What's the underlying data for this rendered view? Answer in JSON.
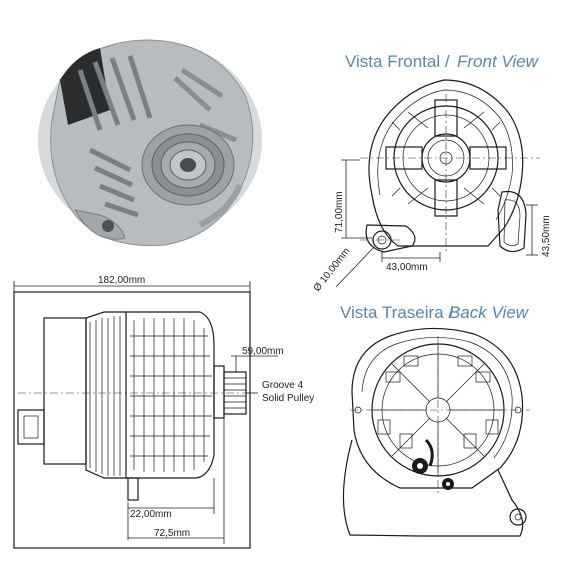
{
  "front_view": {
    "title_pt": "Vista Frontal /",
    "title_en": "Front View"
  },
  "back_view": {
    "title_pt": "Vista Traseira /",
    "title_en": "Back View"
  },
  "dimensions": {
    "overall_length": "182,00mm",
    "body_height": "71,00mm",
    "hole_diameter": "Ø 10,00mm",
    "mount_spacing": "43,00mm",
    "mount_height": "43,50mm",
    "pulley_diameter": "59,00mm",
    "mount_offset": "22,00mm",
    "pulley_offset": "72,5mm"
  },
  "pulley_note": {
    "line1": "Groove 4",
    "line2": "Solid Pulley"
  },
  "colors": {
    "title": "#5b87ab",
    "line": "#1a1a1a",
    "photo_body": "#b9bcbf"
  }
}
